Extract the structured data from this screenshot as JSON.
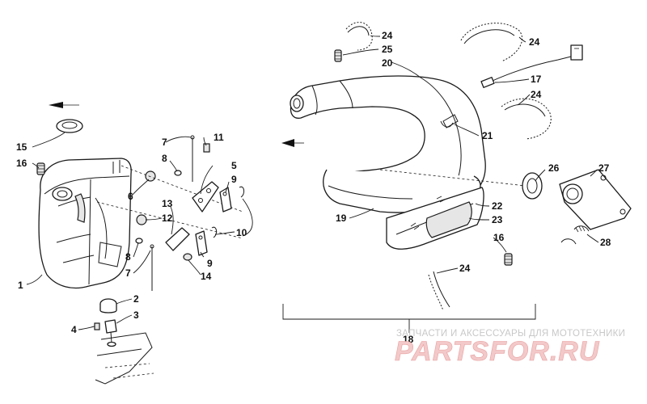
{
  "watermark": {
    "caption": "ЗАПЧАСТИ И АКСЕССУАРЫ ДЛЯ МОТОТЕХНИКИ",
    "logo": "PARTSFOR.RU"
  },
  "callouts": {
    "c1": "1",
    "c2": "2",
    "c3": "3",
    "c4": "4",
    "c5": "5",
    "c6": "6",
    "c7a": "7",
    "c7b": "7",
    "c8a": "8",
    "c8b": "8",
    "c9a": "9",
    "c9b": "9",
    "c10": "10",
    "c11": "11",
    "c12": "12",
    "c13": "13",
    "c14": "14",
    "c15": "15",
    "c16a": "16",
    "c16b": "16",
    "c17": "17",
    "c18": "18",
    "c19": "19",
    "c20": "20",
    "c21": "21",
    "c22": "22",
    "c23": "23",
    "c24a": "24",
    "c24b": "24",
    "c24c": "24",
    "c24d": "24",
    "c25": "25",
    "c26": "26",
    "c27": "27",
    "c28": "28"
  }
}
